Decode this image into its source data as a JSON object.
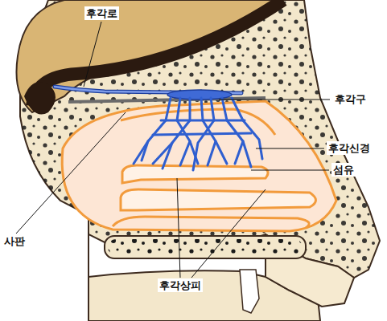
{
  "diagram": {
    "labels": [
      "후각로",
      "후각구",
      "후각신경",
      "섬유",
      "사판",
      "후각상피"
    ]
  }
}
